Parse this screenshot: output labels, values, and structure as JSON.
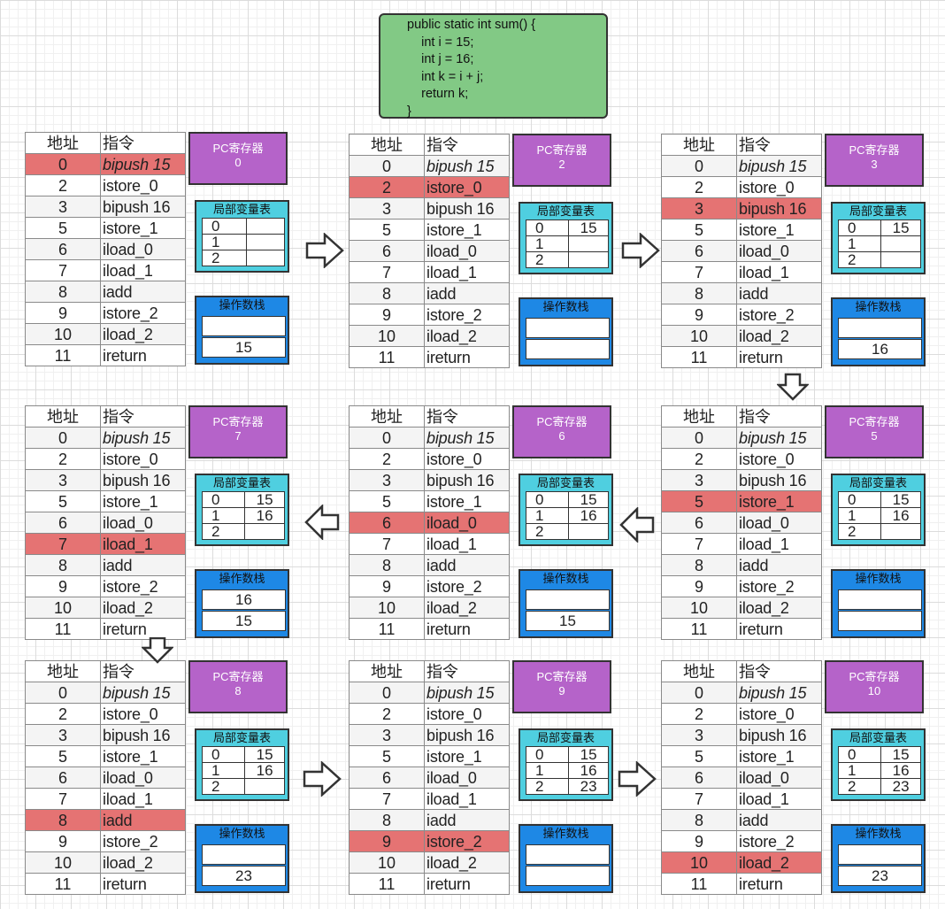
{
  "code": {
    "lines": [
      "public static int sum() {",
      "    int i = 15;",
      "    int j = 16;",
      "    int k = i + j;",
      "    return k;",
      "}"
    ]
  },
  "labels": {
    "addr_header": "地址",
    "ins_header": "指令",
    "pc_title": "PC寄存器",
    "lv_title": "局部变量表",
    "os_title": "操作数栈"
  },
  "instructions": [
    {
      "addr": "0",
      "ins": "bipush 15"
    },
    {
      "addr": "2",
      "ins": "istore_0"
    },
    {
      "addr": "3",
      "ins": "bipush 16"
    },
    {
      "addr": "5",
      "ins": "istore_1"
    },
    {
      "addr": "6",
      "ins": "iload_0"
    },
    {
      "addr": "7",
      "ins": "iload_1"
    },
    {
      "addr": "8",
      "ins": "iadd"
    },
    {
      "addr": "9",
      "ins": "istore_2"
    },
    {
      "addr": "10",
      "ins": "iload_2"
    },
    {
      "addr": "11",
      "ins": "ireturn"
    }
  ],
  "lv_slots": [
    "0",
    "1",
    "2"
  ],
  "states": [
    {
      "pc": "0",
      "highlight": 0,
      "locals": [
        "",
        "",
        ""
      ],
      "stack": [
        "",
        "15"
      ]
    },
    {
      "pc": "2",
      "highlight": 1,
      "locals": [
        "15",
        "",
        ""
      ],
      "stack": [
        "",
        ""
      ]
    },
    {
      "pc": "3",
      "highlight": 2,
      "locals": [
        "15",
        "",
        ""
      ],
      "stack": [
        "",
        "16"
      ]
    },
    {
      "pc": "5",
      "highlight": 3,
      "locals": [
        "15",
        "16",
        ""
      ],
      "stack": [
        "",
        ""
      ]
    },
    {
      "pc": "6",
      "highlight": 4,
      "locals": [
        "15",
        "16",
        ""
      ],
      "stack": [
        "",
        "15"
      ]
    },
    {
      "pc": "7",
      "highlight": 5,
      "locals": [
        "15",
        "16",
        ""
      ],
      "stack": [
        "16",
        "15"
      ]
    },
    {
      "pc": "8",
      "highlight": 6,
      "locals": [
        "15",
        "16",
        ""
      ],
      "stack": [
        "",
        "23"
      ]
    },
    {
      "pc": "9",
      "highlight": 7,
      "locals": [
        "15",
        "16",
        "23"
      ],
      "stack": [
        "",
        ""
      ]
    },
    {
      "pc": "10",
      "highlight": 8,
      "locals": [
        "15",
        "16",
        "23"
      ],
      "stack": [
        "",
        "23"
      ]
    }
  ]
}
